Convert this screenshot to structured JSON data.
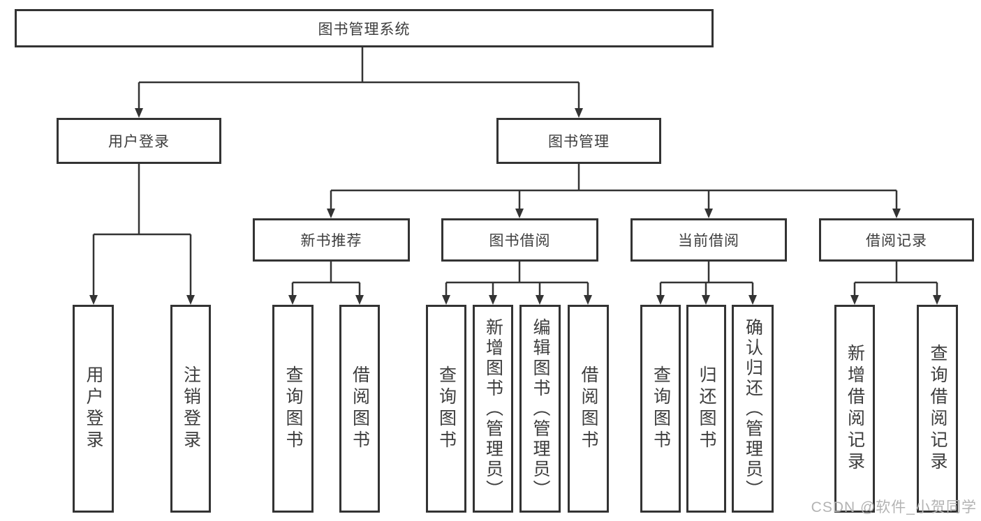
{
  "tree": {
    "root": {
      "label": "图书管理系统"
    },
    "branches": [
      {
        "label": "用户登录",
        "children": [
          {
            "label": "用户登录"
          },
          {
            "label": "注销登录"
          }
        ]
      },
      {
        "label": "图书管理",
        "sections": [
          {
            "label": "新书推荐",
            "children": [
              {
                "label": "查询图书"
              },
              {
                "label": "借阅图书"
              }
            ]
          },
          {
            "label": "图书借阅",
            "children": [
              {
                "label": "查询图书"
              },
              {
                "label": "新增图书（管理员）"
              },
              {
                "label": "编辑图书（管理员）"
              },
              {
                "label": "借阅图书"
              }
            ]
          },
          {
            "label": "当前借阅",
            "children": [
              {
                "label": "查询图书"
              },
              {
                "label": "归还图书"
              },
              {
                "label": "确认归还（管理员）"
              }
            ]
          },
          {
            "label": "借阅记录",
            "children": [
              {
                "label": "新增借阅记录"
              },
              {
                "label": "查询借阅记录"
              }
            ]
          }
        ]
      }
    ]
  },
  "watermark": "CSDN @软件_小贺同学",
  "colors": {
    "line": "#333333",
    "box_border": "#333333",
    "text": "#3d3d3d",
    "watermark": "#b3b3b3",
    "background": "#ffffff"
  }
}
